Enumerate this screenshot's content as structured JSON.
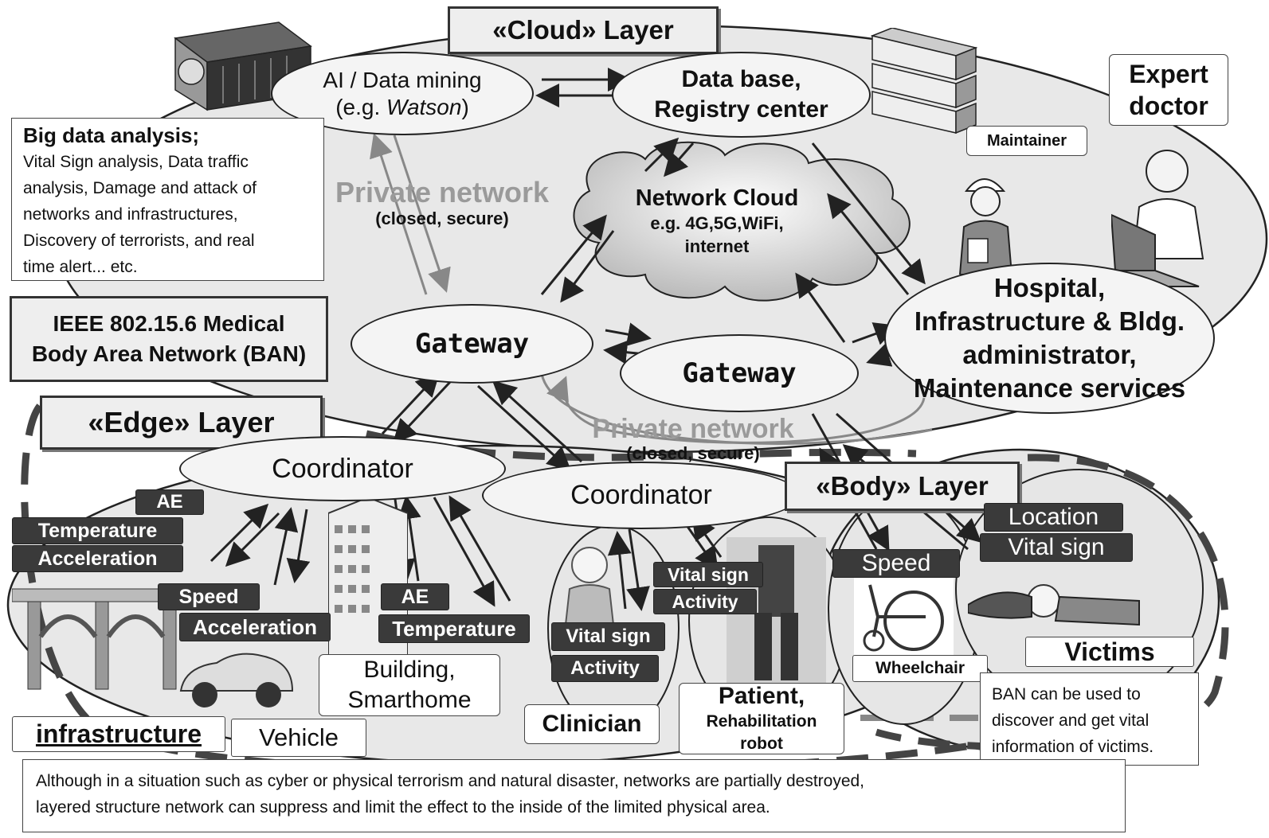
{
  "layers": {
    "cloud": "«Cloud» Layer",
    "edge": "«Edge» Layer",
    "body": "«Body» Layer"
  },
  "cloud": {
    "ai_line1": "AI / Data mining",
    "ai_line2_prefix": "(e.g. ",
    "ai_line2_italic": "Watson",
    "ai_line2_suffix": ")",
    "db_line1": "Data base,",
    "db_line2": "Registry center",
    "maintainer": "Maintainer",
    "expert_line1": "Expert",
    "expert_line2": "doctor",
    "network_cloud_title": "Network Cloud",
    "network_cloud_line2": "e.g. 4G,5G,WiFi,",
    "network_cloud_line3": "internet",
    "private_network_1": "Private network",
    "private_network_1_sub": "(closed, secure)",
    "gateway_1": "Gateway",
    "gateway_2": "Gateway",
    "hospital_line1": "Hospital,",
    "hospital_line2": "Infrastructure & Bldg.",
    "hospital_line3": "administrator,",
    "hospital_line4": "Maintenance services"
  },
  "big_data": {
    "title": "Big data analysis;",
    "line1": "Vital Sign analysis, Data traffic",
    "line2": "analysis, Damage and attack of",
    "line3": "networks and  infrastructures,",
    "line4": "Discovery of terrorists, and real",
    "line5": "time alert... etc."
  },
  "ieee": {
    "line1": "IEEE 802.15.6 Medical",
    "line2": "Body Area Network (BAN)"
  },
  "edge": {
    "coordinator_1": "Coordinator",
    "coordinator_2": "Coordinator",
    "private_network_2": "Private network",
    "private_network_2_sub": "(closed, secure)"
  },
  "tags": {
    "ae_1": "AE",
    "temperature_1": "Temperature",
    "acceleration_1": "Acceleration",
    "speed_1": "Speed",
    "acceleration_2": "Acceleration",
    "ae_2": "AE",
    "temperature_2": "Temperature",
    "vital_sign_1": "Vital sign",
    "activity_1": "Activity",
    "vital_sign_2": "Vital sign",
    "activity_2": "Activity",
    "speed_2": "Speed",
    "location": "Location",
    "vital_sign_3": "Vital sign"
  },
  "labels": {
    "infrastructure": "infrastructure",
    "vehicle": "Vehicle",
    "building_line1": "Building,",
    "building_line2": "Smarthome",
    "clinician": "Clinician",
    "patient_line1": "Patient,",
    "patient_line2": "Rehabilitation",
    "patient_line3": "robot",
    "wheelchair": "Wheelchair",
    "victims": "Victims",
    "ban_note_line1": "BAN  can be used to",
    "ban_note_line2": "discover and get vital",
    "ban_note_line3": "information of victims."
  },
  "footer": {
    "line1": "Although in a situation such as cyber or physical terrorism and natural disaster, networks are partially destroyed,",
    "line2": "layered structure network can suppress and limit the effect to the inside of the limited physical area."
  },
  "icons": [
    "supercomputer-icon",
    "server-stack-icon",
    "worker-icon",
    "doctor-icon",
    "bridge-icon",
    "car-icon",
    "building-icon",
    "child-icon",
    "rehab-robot-icon",
    "wheelchair-icon",
    "victim-icon"
  ],
  "colors": {
    "background": "#ffffff",
    "layer_fill": "#e6e6e6",
    "tag_fill": "#3a3a3a",
    "private_network_text": "#9a9a9a"
  }
}
